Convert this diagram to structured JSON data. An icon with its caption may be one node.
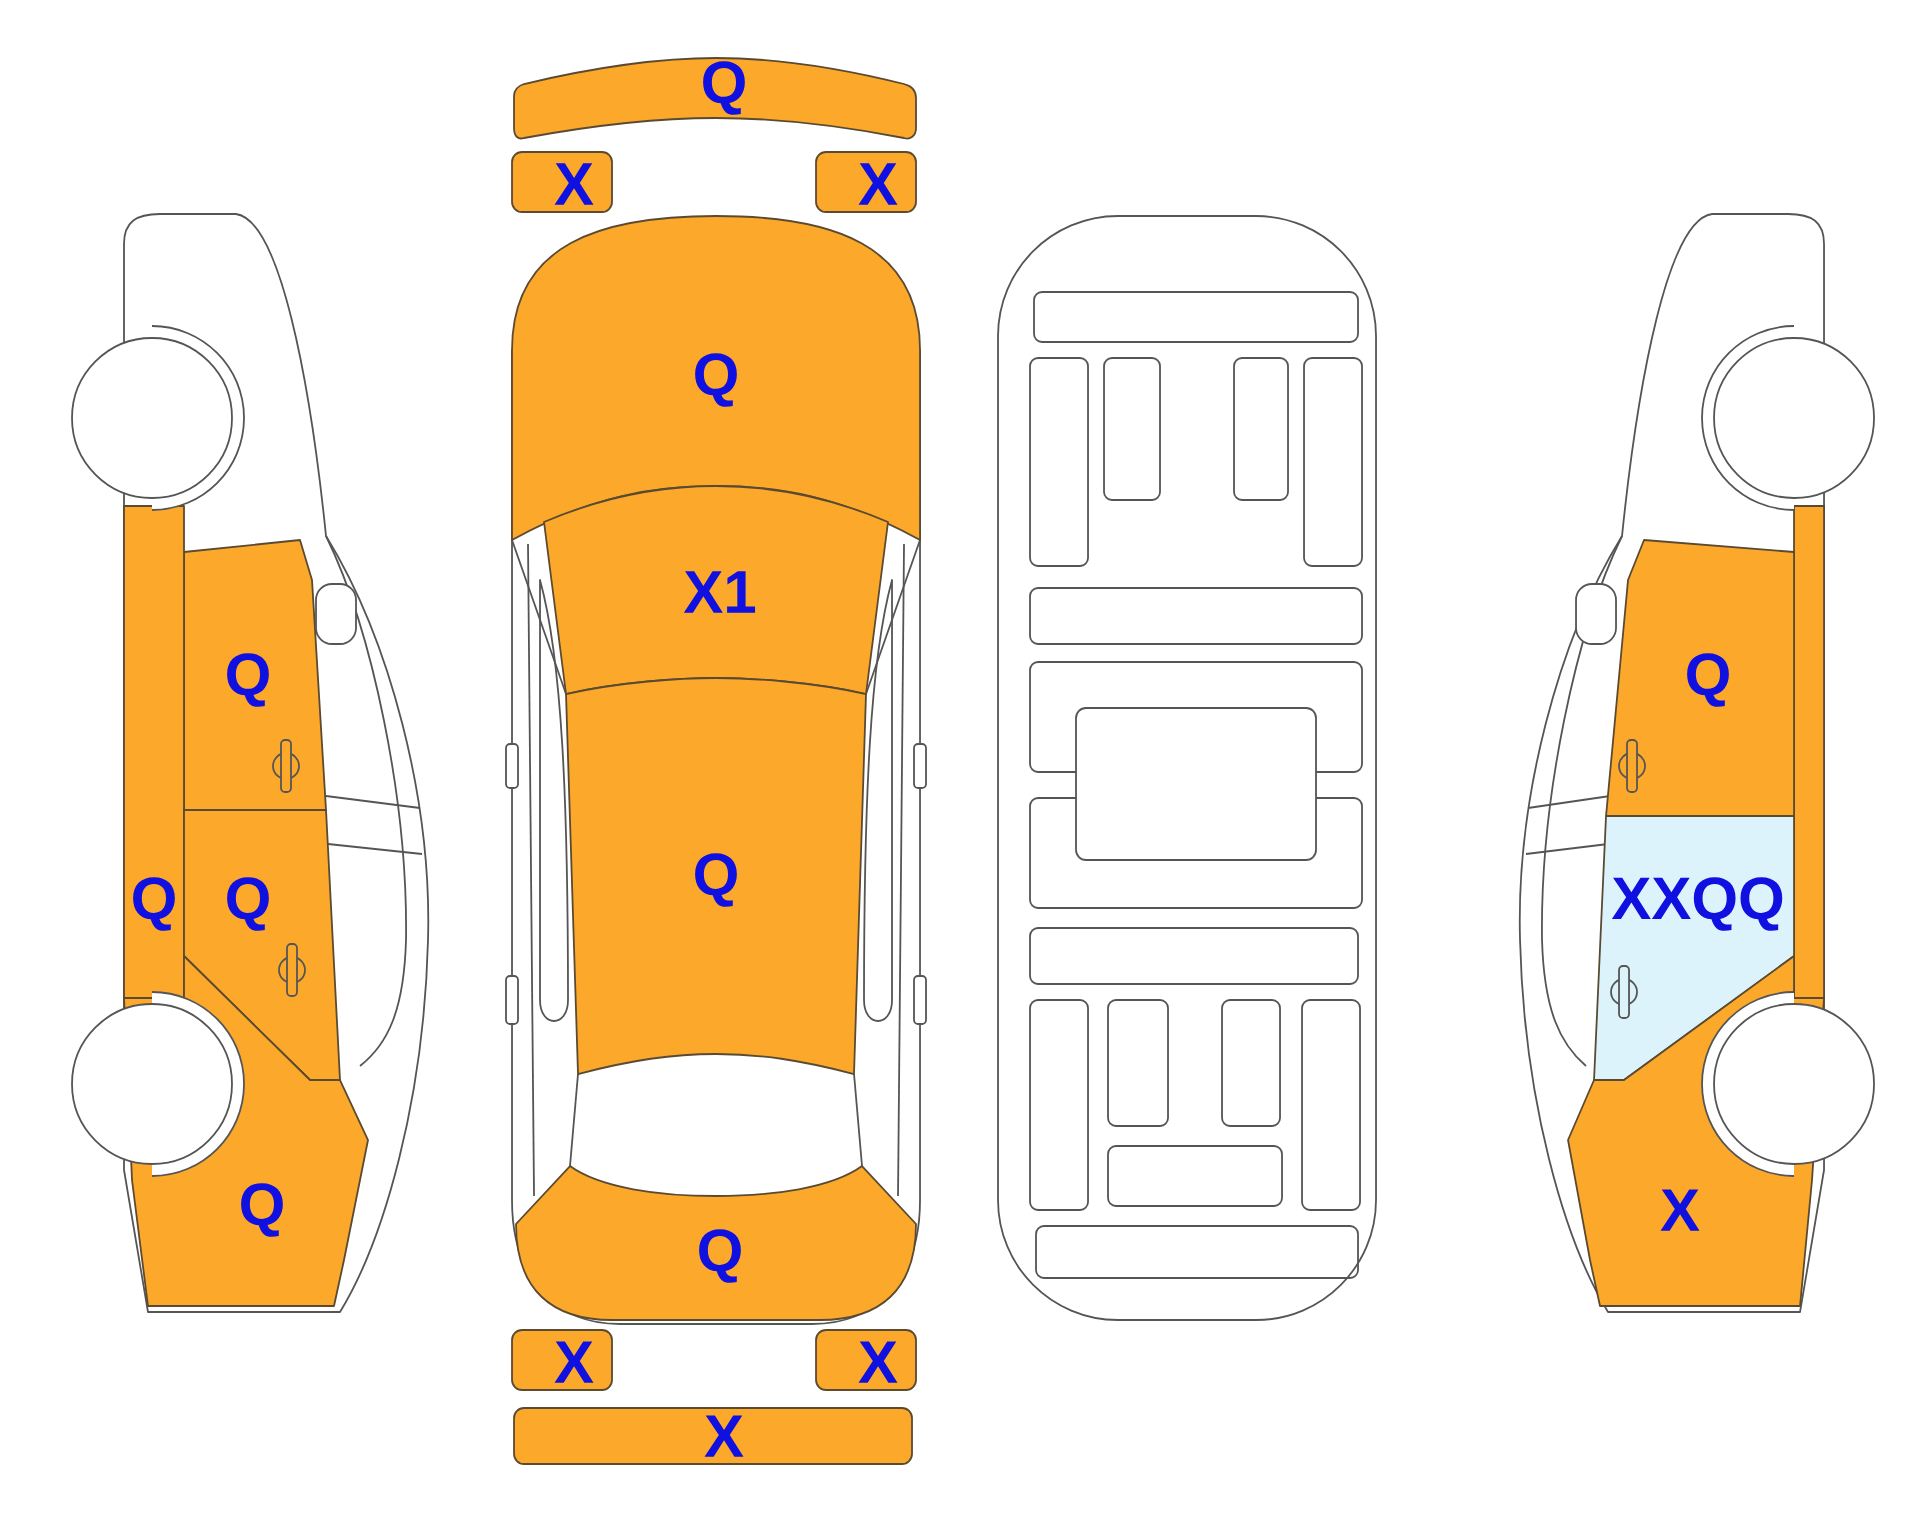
{
  "diagram": {
    "nodes": [
      {
        "text": [
          "Q"
        ]
      },
      {
        "text": [
          "Q"
        ]
      },
      {
        "text": [
          "Q"
        ]
      },
      {
        "text": [
          "Q"
        ]
      },
      {
        "text": [
          "Q"
        ]
      },
      {
        "text": [
          "X"
        ]
      },
      {
        "text": [
          "X"
        ]
      },
      {
        "text": [
          "Q"
        ]
      },
      {
        "text": [
          "X1"
        ]
      },
      {
        "text": [
          "Q"
        ]
      },
      {
        "text": [
          "Q"
        ]
      },
      {
        "text": [
          "X"
        ]
      },
      {
        "text": [
          "X"
        ]
      },
      {
        "text": [
          "X"
        ]
      },
      {
        "text": [],
        "shape": "bar"
      },
      {
        "text": [
          "Q"
        ]
      },
      {
        "text": [
          "XXQQ"
        ]
      },
      {
        "text": [
          "X"
        ]
      }
    ]
  }
}
